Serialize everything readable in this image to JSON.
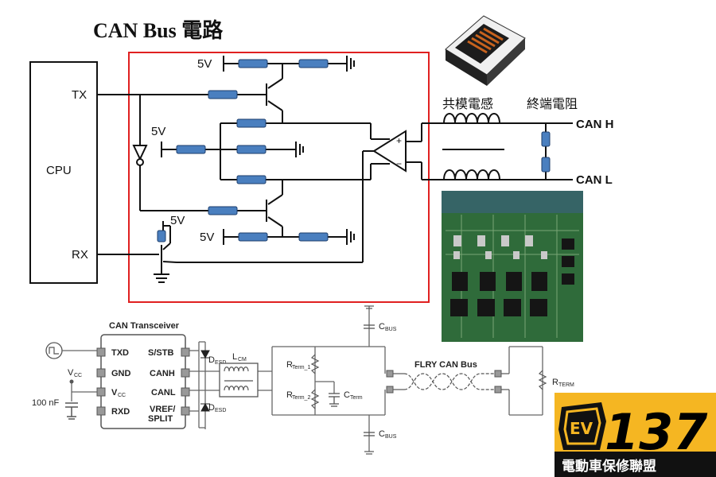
{
  "title": "CAN Bus 電路",
  "top_circuit": {
    "cpu_label": "CPU",
    "tx_label": "TX",
    "rx_label": "RX",
    "supply_label": "5V",
    "choke_label": "共模電感",
    "termination_label": "終端電阻",
    "canh_label": "CAN H",
    "canl_label": "CAN L",
    "opamp_plus": "+",
    "opamp_minus": "−"
  },
  "bottom_circuit": {
    "transceiver_title": "CAN Transceiver",
    "pins_left": [
      "TXD",
      "GND",
      "V",
      "RXD"
    ],
    "pins_right": [
      "S/STB",
      "CANH",
      "CANL",
      "VREF/",
      "SPLIT"
    ],
    "vcc_label": "V",
    "vcc_sub": "CC",
    "vcc_pin_sub": "CC",
    "cap_label": "100 nF",
    "desd_label": "D",
    "desd_sub": "ESD",
    "lcm_label": "L",
    "lcm_sub": "CM",
    "rterm1_label": "R",
    "rterm1_sub": "Term_1",
    "rterm2_label": "R",
    "rterm2_sub": "Term_2",
    "cterm_label": "C",
    "cterm_sub": "Term",
    "cbus_label": "C",
    "cbus_sub": "BUS",
    "bus_label": "FLRY CAN Bus",
    "rterm_label": "R",
    "rterm_sub": "TERM"
  },
  "logo": {
    "number": "137",
    "text": "電動車保修聯盟",
    "badge": "EV"
  },
  "colors": {
    "highlight_box": "#e02020",
    "resistor": "#4a7fbf",
    "logo_bg": "#f5b622",
    "pcb": "#2f6b3a"
  }
}
